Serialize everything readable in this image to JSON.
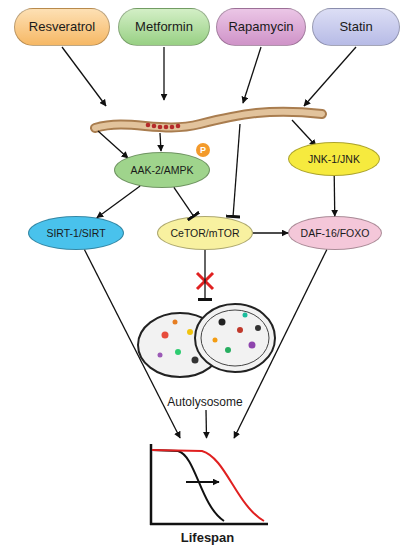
{
  "diagram": {
    "nodes": [
      {
        "text": [
          "Resveratrol"
        ]
      },
      {
        "text": [
          "Metformin"
        ]
      },
      {
        "text": [
          "Rapamycin"
        ]
      },
      {
        "text": [
          "Statin"
        ]
      },
      {
        "text": [
          "AAK-2/AMPK"
        ]
      },
      {
        "text": [
          "P"
        ]
      },
      {
        "text": [
          "JNK-1/JNK"
        ]
      },
      {
        "text": [
          "SIRT-1/SIRT"
        ]
      },
      {
        "text": [
          "CeTOR/mTOR"
        ]
      },
      {
        "text": [
          "DAF-16/FOXO"
        ]
      },
      {
        "text": [
          "Autolysosome"
        ]
      },
      {
        "text": [
          "Lifespan"
        ]
      }
    ],
    "edges": [
      {
        "from": 4,
        "to": 7,
        "arrow": "to"
      },
      {
        "from": 4,
        "to": 8,
        "arrow": "to"
      },
      {
        "from": 8,
        "to": 9,
        "arrow": "to"
      },
      {
        "from": 6,
        "to": 9,
        "arrow": "to"
      },
      {
        "from": 8,
        "to": 10,
        "arrow": "to"
      },
      {
        "from": 7,
        "to": 11,
        "arrow": "to"
      },
      {
        "from": 10,
        "to": 11,
        "arrow": "to"
      },
      {
        "from": 9,
        "to": 11,
        "arrow": "to"
      }
    ]
  }
}
